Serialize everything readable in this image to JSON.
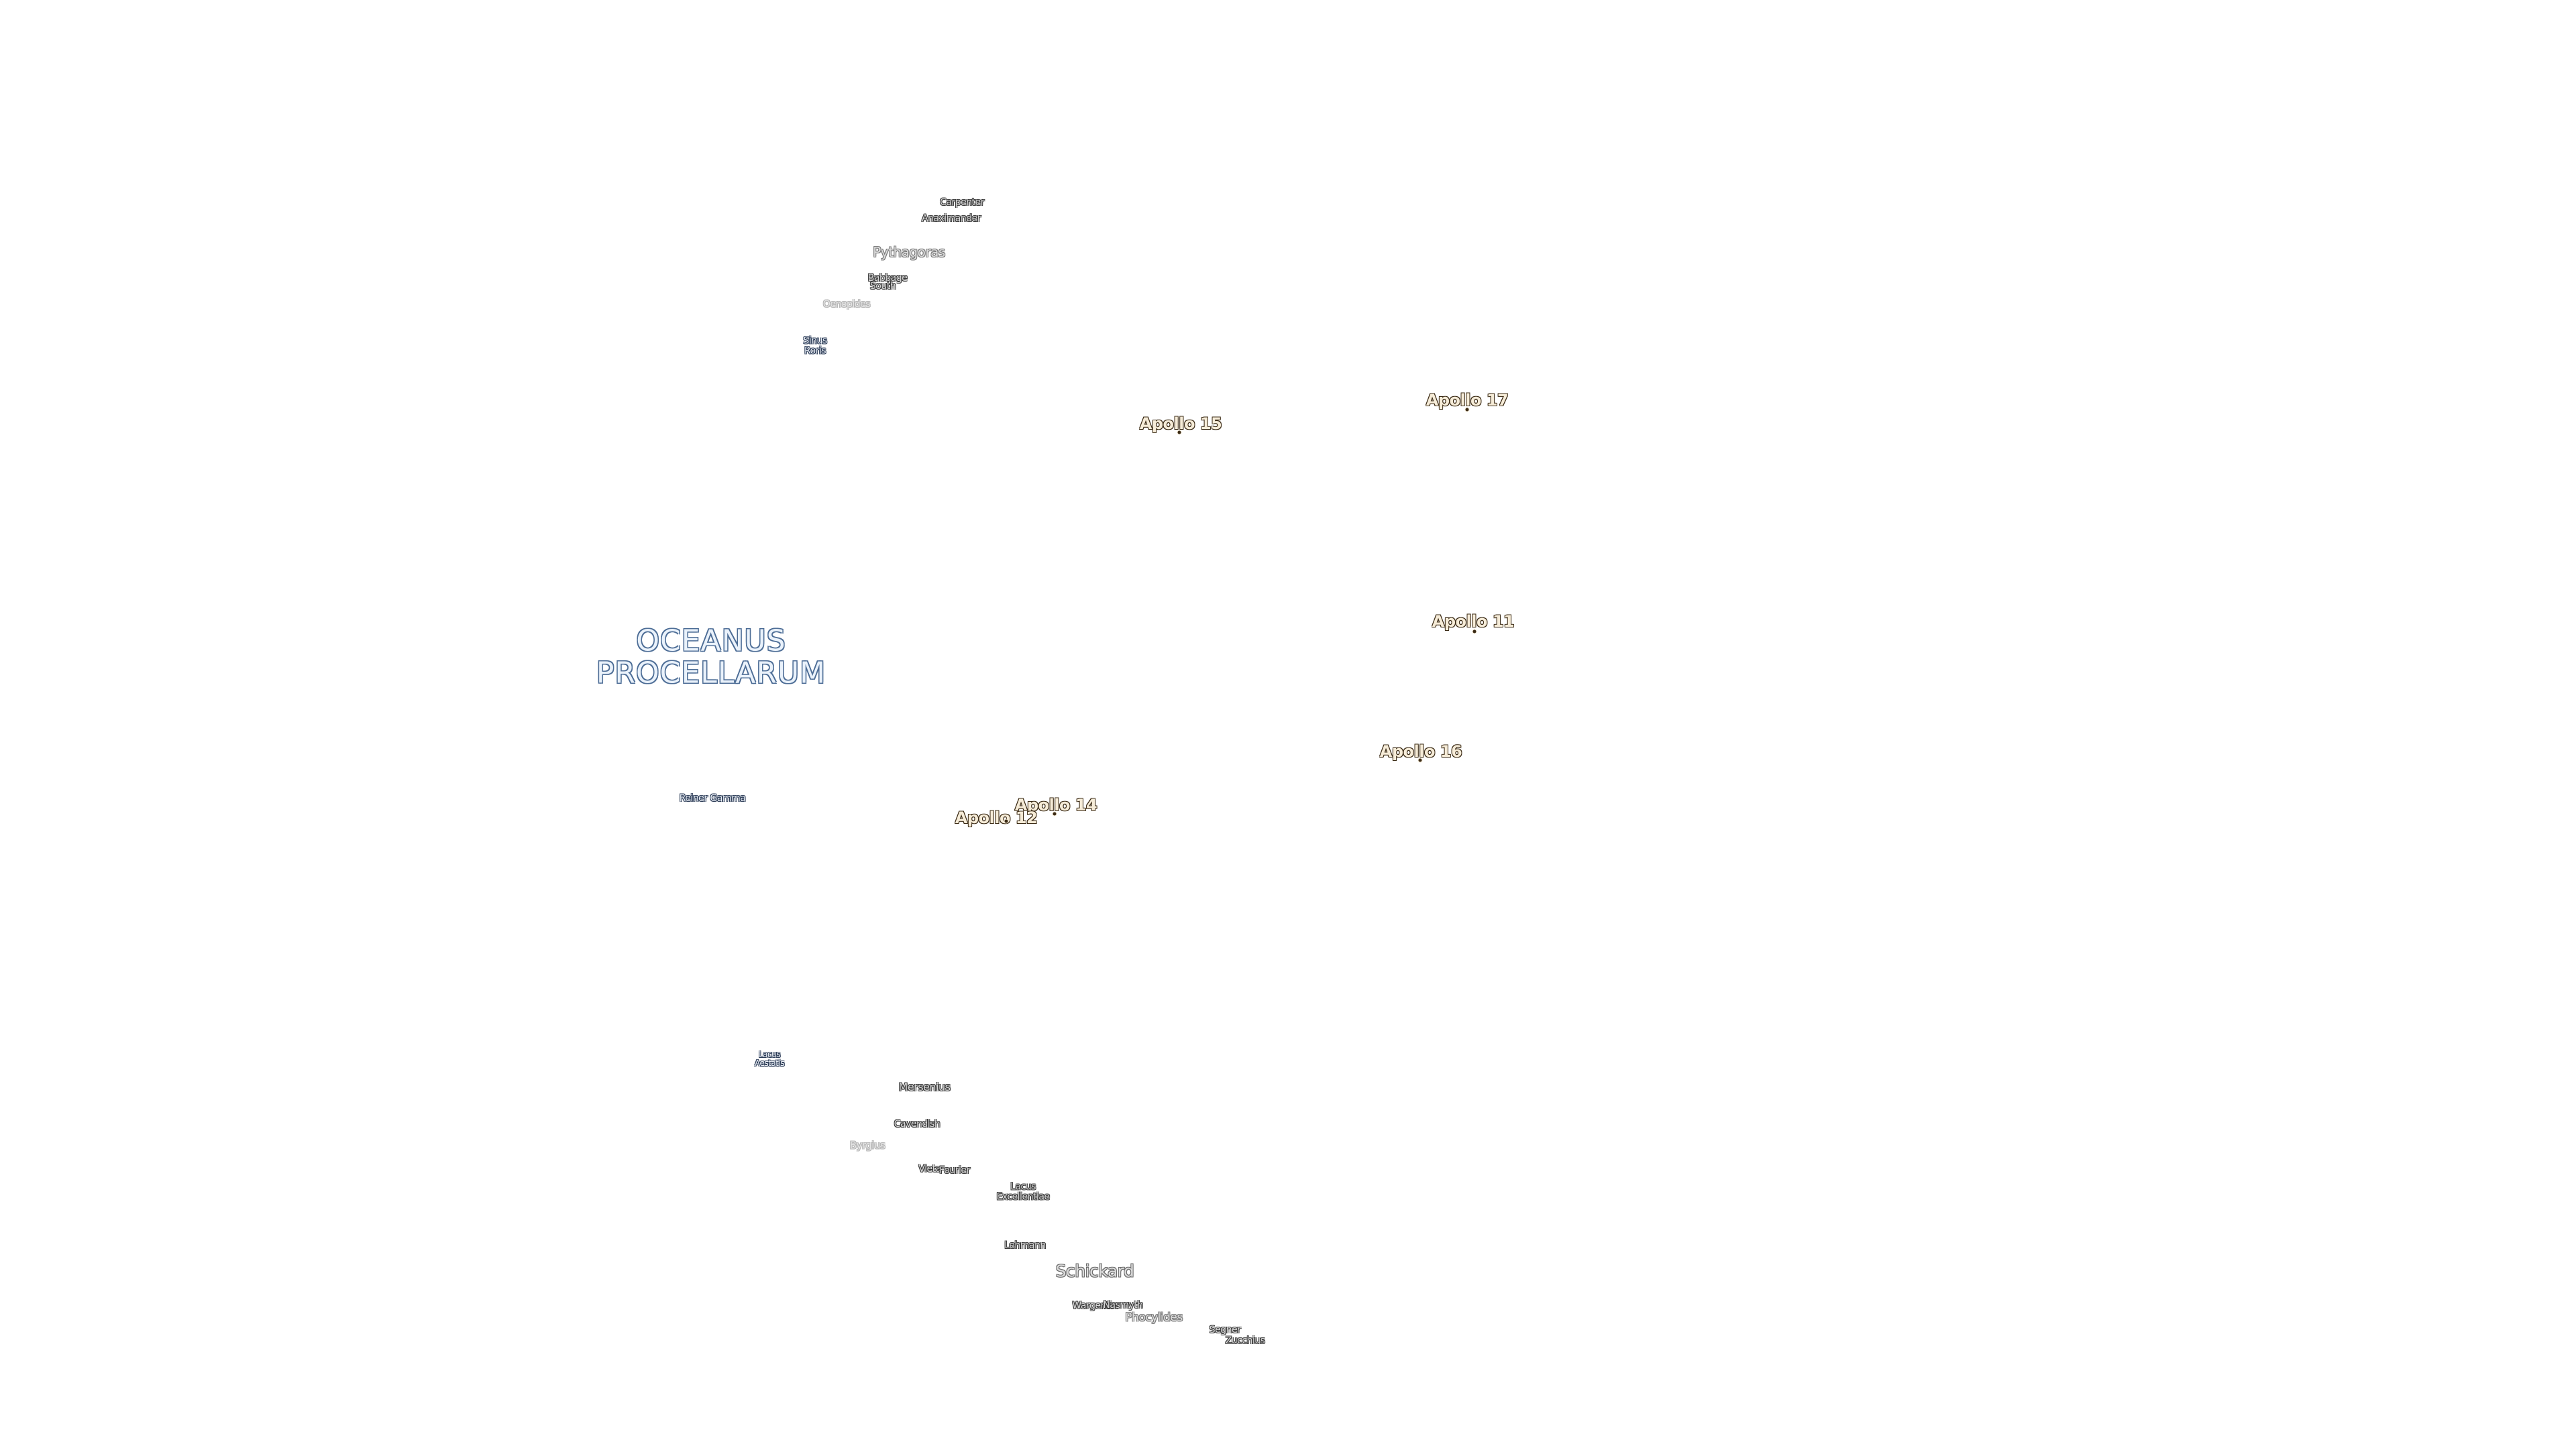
{
  "ocean": {
    "line1": "OCEANUS",
    "line2": "PROCELLARUM"
  },
  "apollo_sites": {
    "a11": "Apollo 11",
    "a12": "Apollo 12",
    "a14": "Apollo 14",
    "a15": "Apollo 15",
    "a16": "Apollo 16",
    "a17": "Apollo 17"
  },
  "features": {
    "carpenter": "Carpenter",
    "anaximander": "Anaximander",
    "pythagoras": "Pythagoras",
    "babbage": "Babbage",
    "south": "South",
    "oenopides": "Oenopides",
    "sinus_roris_1": "Sinus",
    "sinus_roris_2": "Roris",
    "reiner_gamma": "Reiner Gamma",
    "lacus_aestatis_1": "Lacus",
    "lacus_aestatis_2": "Aestatis",
    "mersenius": "Mersenius",
    "cavendish": "Cavendish",
    "byrgius": "Byrgius",
    "vieta": "Vieta",
    "fourier": "Fourier",
    "lacus_excellentiae_1": "Lacus",
    "lacus_excellentiae_2": "Excellentiae",
    "lehmann": "Lehmann",
    "schickard": "Schickard",
    "wargentin": "Wargentin",
    "nasmyth": "Nasmyth",
    "phocylides": "Phocylides",
    "segner": "Segner",
    "zucchius": "Zucchius"
  }
}
